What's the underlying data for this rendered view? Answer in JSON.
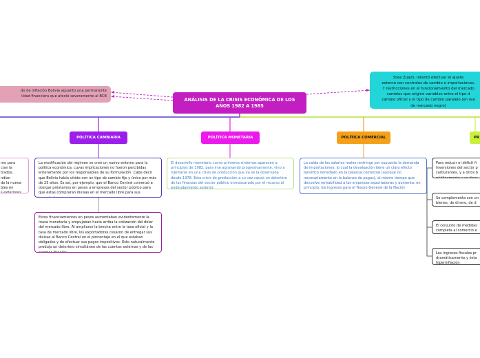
{
  "central_topic": "ANÁLISIS DE LA CRISIS ECONÓMICA DE LOS AÑOS 1982 A 1985",
  "side_notes": {
    "left": "do de inflación Bolivia aguanto una permanente\nlidad financiera que afectó severamente al BCB",
    "right": "Siles Zuazo, intentó efectuar el ajuste\nexterno con controles de cambio e importaciones,\n7 restricciones en el funcionamiento del mercado\ncambios que originó variables entre el tipo d\ncambio oficial y el tipo de cambio paralelo (en rea\nde mercado negro)"
  },
  "policies": {
    "cambiaria": "POLÍTICA CAMBIARIA",
    "monetaria": "POLÍTICA MONETARIA",
    "comercial": "POLÍTICA COMERCIAL",
    "fiscal": "PR"
  },
  "boxes": {
    "left_partial": "mo para\ncian la\ntrados,\nndian\nde la nueva\nbles en\ns exteriores.",
    "cambiaria_1": "La modificación del régimen se creó un nuevo entorno para la política económica, cuyas implicaciones no fueron percibidas enteramente por los responsables de su formulación. Cabe decir que Bolivia había vivido con un tipo de cambio fijo y único por más de 25 años. Es así, por ejemplo, que el Banco Central comenzó a otorgar préstamos en pesos a empresas del sector público para que éstas compraran divisas en el mercado libre para sus importaciones.",
    "cambiaria_2": "Estos financiamientos en pesos aumentaban evidentemente la masa monetaria y empujaban hacia arriba la cotización del dólar del mercado libre. Al ampliarse la brecha entre la tasa oficial y la tasa de mercado libre, los exportadores cesaron de entregar sus divisas al Banco Central en el porcentaje en el que estaban obligados y de efectuar sus pagos impositivos. Esto naturalmente produjo un deterioro simultáneo de las cuentas externas y de las cuentas fiscales",
    "monetaria": "El desarrollo monetario cuyos primeros síntomas aparecen a principios de 1982, para irse agravando progresivamente, vino a injertarse en una crisis de producción que ya se la observaba desde 1978. Esta crisis de producción a su vez causó un deterioro de las finanzas del sector público enmascarado por el recurso al endeudamiento exterior.",
    "comercial": "La caída de los salarios reales restringe por supuesto la demanda de importaciones, lo cual la devaluación tiene un claro efecto benéfico inmediato en la balanza comercial (aunque no necesariamente en la balanza de pagos), al mismo tiempo que devuelve rentabilidad a las empresas exportadoras y aumenta, en principio, los ingresos para el Tesoro General de la Nación",
    "fiscal_1": "Para reducir el déficit fi\ninversiones del sector p\ncarburantes, y a otros b\npúblicamente y se deva",
    "fiscal_2": "Se complementa con un\nbienes, de dinero, de d",
    "fiscal_3": "El conjunto de medidas\ncompleta al comercio e",
    "fiscal_4": "Los ingresos fiscales pr\ndramáticamente y ésta\nhiperinflación"
  },
  "colors": {
    "central": "#c21ec2",
    "cambiaria": "#9b1eea",
    "monetaria": "#ec19ec",
    "comercial": "#f5a019",
    "fiscal": "#c9f03a",
    "left_note": "#e3a1b6",
    "right_note": "#22d5d9"
  }
}
